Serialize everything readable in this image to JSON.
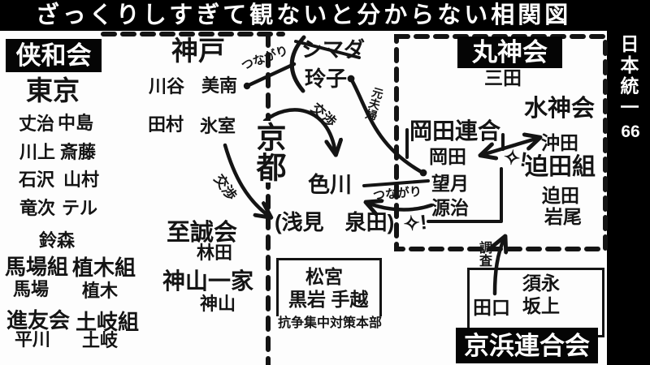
{
  "colors": {
    "background": "#000000",
    "panel": "#fdfdfd",
    "ink": "#141414"
  },
  "title": "ざっくりしすぎて観ないと分からない相関図",
  "sidebar": {
    "series_title": "日本統一",
    "episode_number": "66"
  },
  "kyowakai": {
    "name": "侠和会",
    "region": "東京",
    "pairs": [
      [
        "丈治",
        "中島"
      ],
      [
        "川上",
        "斎藤"
      ],
      [
        "石沢",
        "山村"
      ],
      [
        "竜次",
        "テル"
      ]
    ],
    "solo": "鈴森",
    "subgroups": [
      {
        "name": "馬場組",
        "member": "馬場"
      },
      {
        "name": "植木組",
        "member": "植木"
      },
      {
        "name": "進友会",
        "member": "平川"
      },
      {
        "name": "土岐組",
        "member": "土岐"
      }
    ]
  },
  "kobe": {
    "region": "神戸",
    "pairs": [
      [
        "川谷",
        "美南"
      ],
      [
        "田村",
        "氷室"
      ]
    ]
  },
  "shimada": {
    "name": "シマダ",
    "reiko": "玲子"
  },
  "kyoto": {
    "region": "京都",
    "irokawa": "色川",
    "asami_izumida": "(浅見　泉田)",
    "shiseikai": {
      "name": "至誠会",
      "member": "林田"
    },
    "kamiyama_ikka": {
      "name": "神山一家",
      "member": "神山"
    }
  },
  "marushinkai": {
    "name": "丸神会",
    "boss": "三田",
    "okada_rengo": {
      "name": "岡田連合",
      "members": [
        "岡田",
        "望月",
        "源治"
      ]
    },
    "suijinkai": {
      "name": "水神会",
      "member": "沖田"
    },
    "sakotagumi": {
      "name": "迫田組",
      "members": [
        "迫田",
        "岩尾"
      ]
    }
  },
  "taskforce": {
    "top": "松宮",
    "mid": "黒岩 手越",
    "caption": "抗争集中対策本部"
  },
  "keihin": {
    "name": "京浜連合会",
    "members": [
      "須永",
      "坂上"
    ],
    "taguchi": "田口"
  },
  "relations": {
    "tsunagari_top": "つながり",
    "tsunagari_mid": "つながり",
    "kosho_irokawa": "交渉",
    "kosho_asami": "交渉",
    "motofufu": "元夫婦",
    "chosa": "調査",
    "clash_a": "✧!",
    "clash_b": "✧!"
  }
}
